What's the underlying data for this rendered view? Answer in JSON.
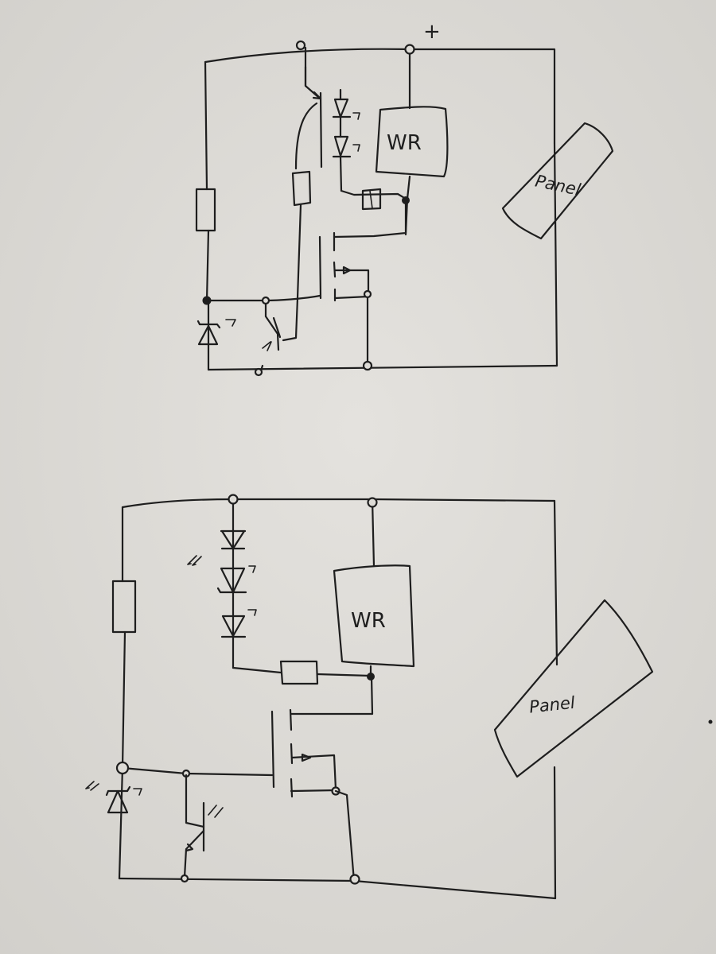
{
  "circuit_top": {
    "plus_label": "+",
    "inverter_label": "WR",
    "panel_label": "Panel"
  },
  "circuit_bottom": {
    "inverter_label": "WR",
    "panel_label": "Panel"
  }
}
